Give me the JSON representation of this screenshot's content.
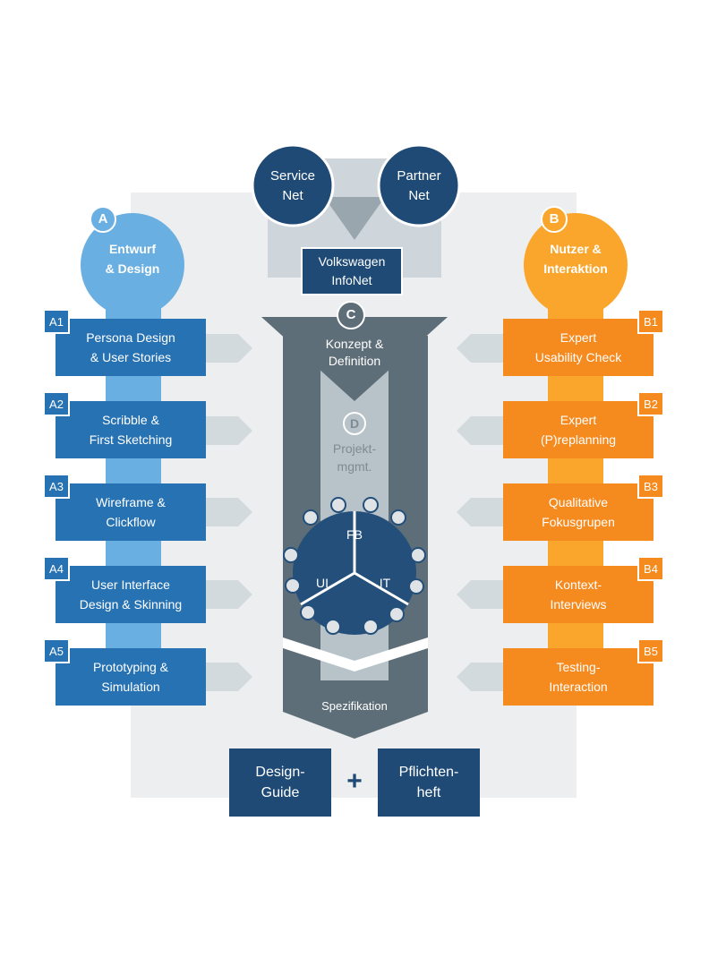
{
  "colors": {
    "blue": "#2772b3",
    "light_blue": "#6aafe2",
    "orange": "#f58a1f",
    "light_orange": "#faa62c",
    "navy": "#1f4a75",
    "dark_gray": "#5e6e78",
    "light_gray": "#b7c2c9",
    "background_gray": "#eceeef"
  },
  "networks": {
    "service": [
      "Service",
      "Net"
    ],
    "partner": [
      "Partner",
      "Net"
    ],
    "infonet": [
      "Volkswagen",
      "InfoNet"
    ]
  },
  "group_a": {
    "badge": "A",
    "title": [
      "Entwurf",
      "& Design"
    ],
    "items": [
      {
        "tag": "A1",
        "lines": [
          "Persona Design",
          "& User Stories"
        ]
      },
      {
        "tag": "A2",
        "lines": [
          "Scribble &",
          "First Sketching"
        ]
      },
      {
        "tag": "A3",
        "lines": [
          "Wireframe &",
          "Clickflow"
        ]
      },
      {
        "tag": "A4",
        "lines": [
          "User Interface",
          "Design & Skinning"
        ]
      },
      {
        "tag": "A5",
        "lines": [
          "Prototyping &",
          "Simulation"
        ]
      }
    ]
  },
  "group_b": {
    "badge": "B",
    "title": [
      "Nutzer &",
      "Interaktion"
    ],
    "items": [
      {
        "tag": "B1",
        "lines": [
          "Expert",
          "Usability Check"
        ]
      },
      {
        "tag": "B2",
        "lines": [
          "Expert",
          "(P)replanning"
        ]
      },
      {
        "tag": "B3",
        "lines": [
          "Qualitative",
          "Fokusgrupen"
        ]
      },
      {
        "tag": "B4",
        "lines": [
          "Kontext-",
          "Interviews"
        ]
      },
      {
        "tag": "B5",
        "lines": [
          "Testing-",
          "Interaction"
        ]
      }
    ]
  },
  "center": {
    "c_badge": "C",
    "c_lines": [
      "Konzept &",
      "Definition"
    ],
    "d_badge": "D",
    "d_lines": [
      "Projekt-",
      "mgmt."
    ],
    "segments": {
      "top": "FB",
      "left": "UI",
      "right": "IT"
    },
    "spec": "Spezifikation"
  },
  "outputs": {
    "design_guide": [
      "Design-",
      "Guide"
    ],
    "plus": "+",
    "pflichtenheft": [
      "Pflichten-",
      "heft"
    ]
  }
}
